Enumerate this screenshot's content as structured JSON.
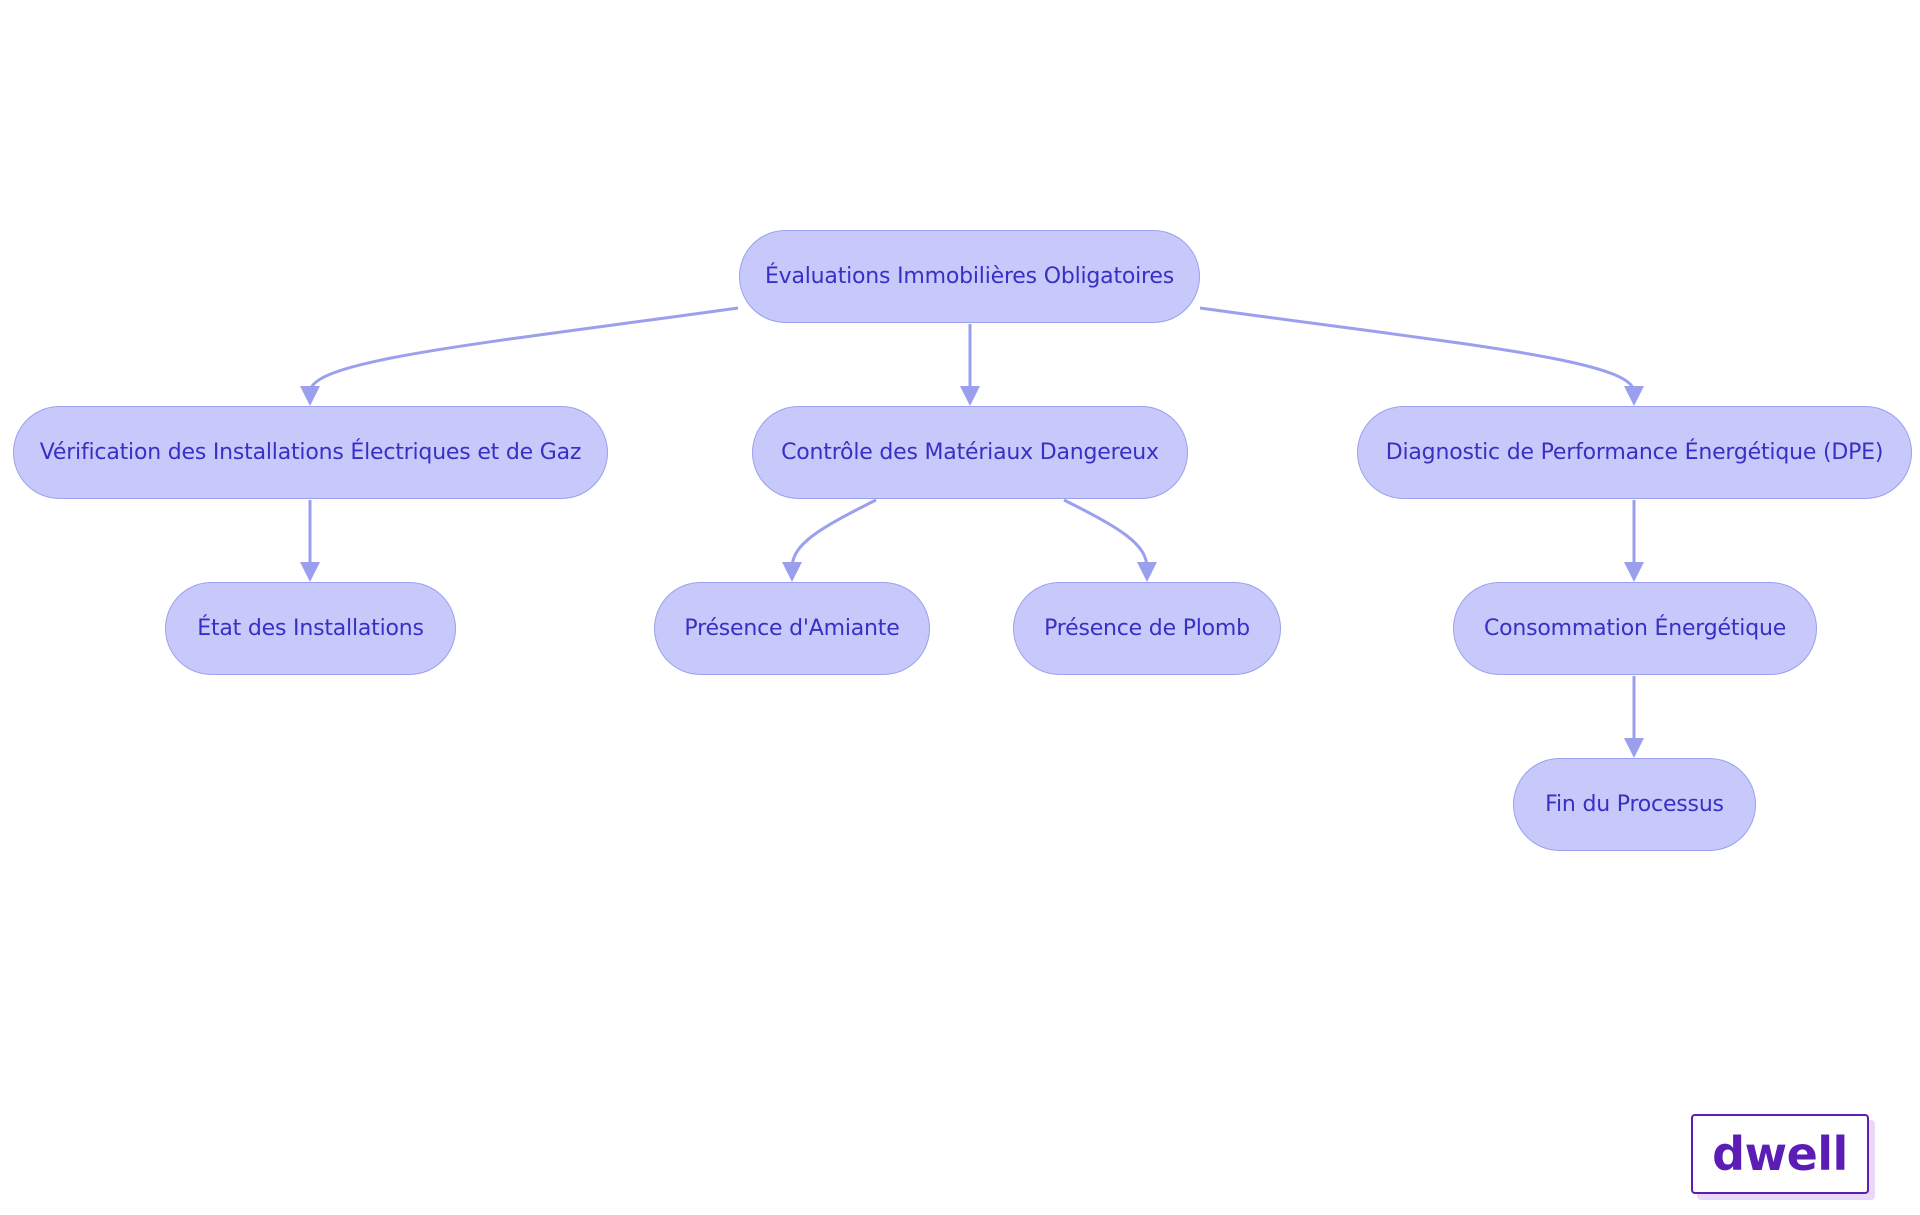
{
  "diagram": {
    "nodes": {
      "root": "Évaluations Immobilières Obligatoires",
      "elec_gaz": "Vérification des Installations Électriques et de Gaz",
      "materiaux": "Contrôle des Matériaux Dangereux",
      "dpe": "Diagnostic de Performance Énergétique (DPE)",
      "etat": "État des Installations",
      "amiante": "Présence d'Amiante",
      "plomb": "Présence de Plomb",
      "consommation": "Consommation Énergétique",
      "fin": "Fin du Processus"
    },
    "edges": [
      {
        "from": "root",
        "to": "elec_gaz"
      },
      {
        "from": "root",
        "to": "materiaux"
      },
      {
        "from": "root",
        "to": "dpe"
      },
      {
        "from": "elec_gaz",
        "to": "etat"
      },
      {
        "from": "materiaux",
        "to": "amiante"
      },
      {
        "from": "materiaux",
        "to": "plomb"
      },
      {
        "from": "dpe",
        "to": "consommation"
      },
      {
        "from": "consommation",
        "to": "fin"
      }
    ],
    "colors": {
      "node_fill": "#c8c9fb",
      "node_border": "#9aa0ee",
      "node_text": "#3a2fc4",
      "edge": "#9aa0ee"
    }
  },
  "logo": {
    "text": "dwell",
    "color": "#5b1db5"
  }
}
